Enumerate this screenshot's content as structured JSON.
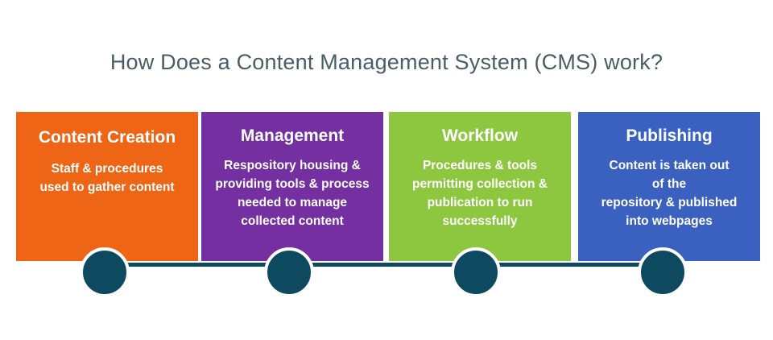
{
  "title": "How Does a Content Management System (CMS) work?",
  "colors": {
    "title": "#4a5d67",
    "node": "#0d4a5f",
    "line": "#0d4a5f"
  },
  "steps": [
    {
      "title": "Content Creation",
      "lines": [
        "Staff & procedures",
        "used to gather content"
      ],
      "color": "#ef6516"
    },
    {
      "title": "Management",
      "lines": [
        "Respository housing &",
        "providing tools & process",
        "needed to manage",
        "collected content"
      ],
      "color": "#7430a0"
    },
    {
      "title": "Workflow",
      "lines": [
        "Procedures & tools",
        "permitting collection &",
        "publication to run",
        "successfully"
      ],
      "color": "#8dc63f"
    },
    {
      "title": "Publishing",
      "lines": [
        "Content is taken out",
        "of the",
        "repository & published",
        "into webpages"
      ],
      "color": "#3b61c0"
    }
  ]
}
